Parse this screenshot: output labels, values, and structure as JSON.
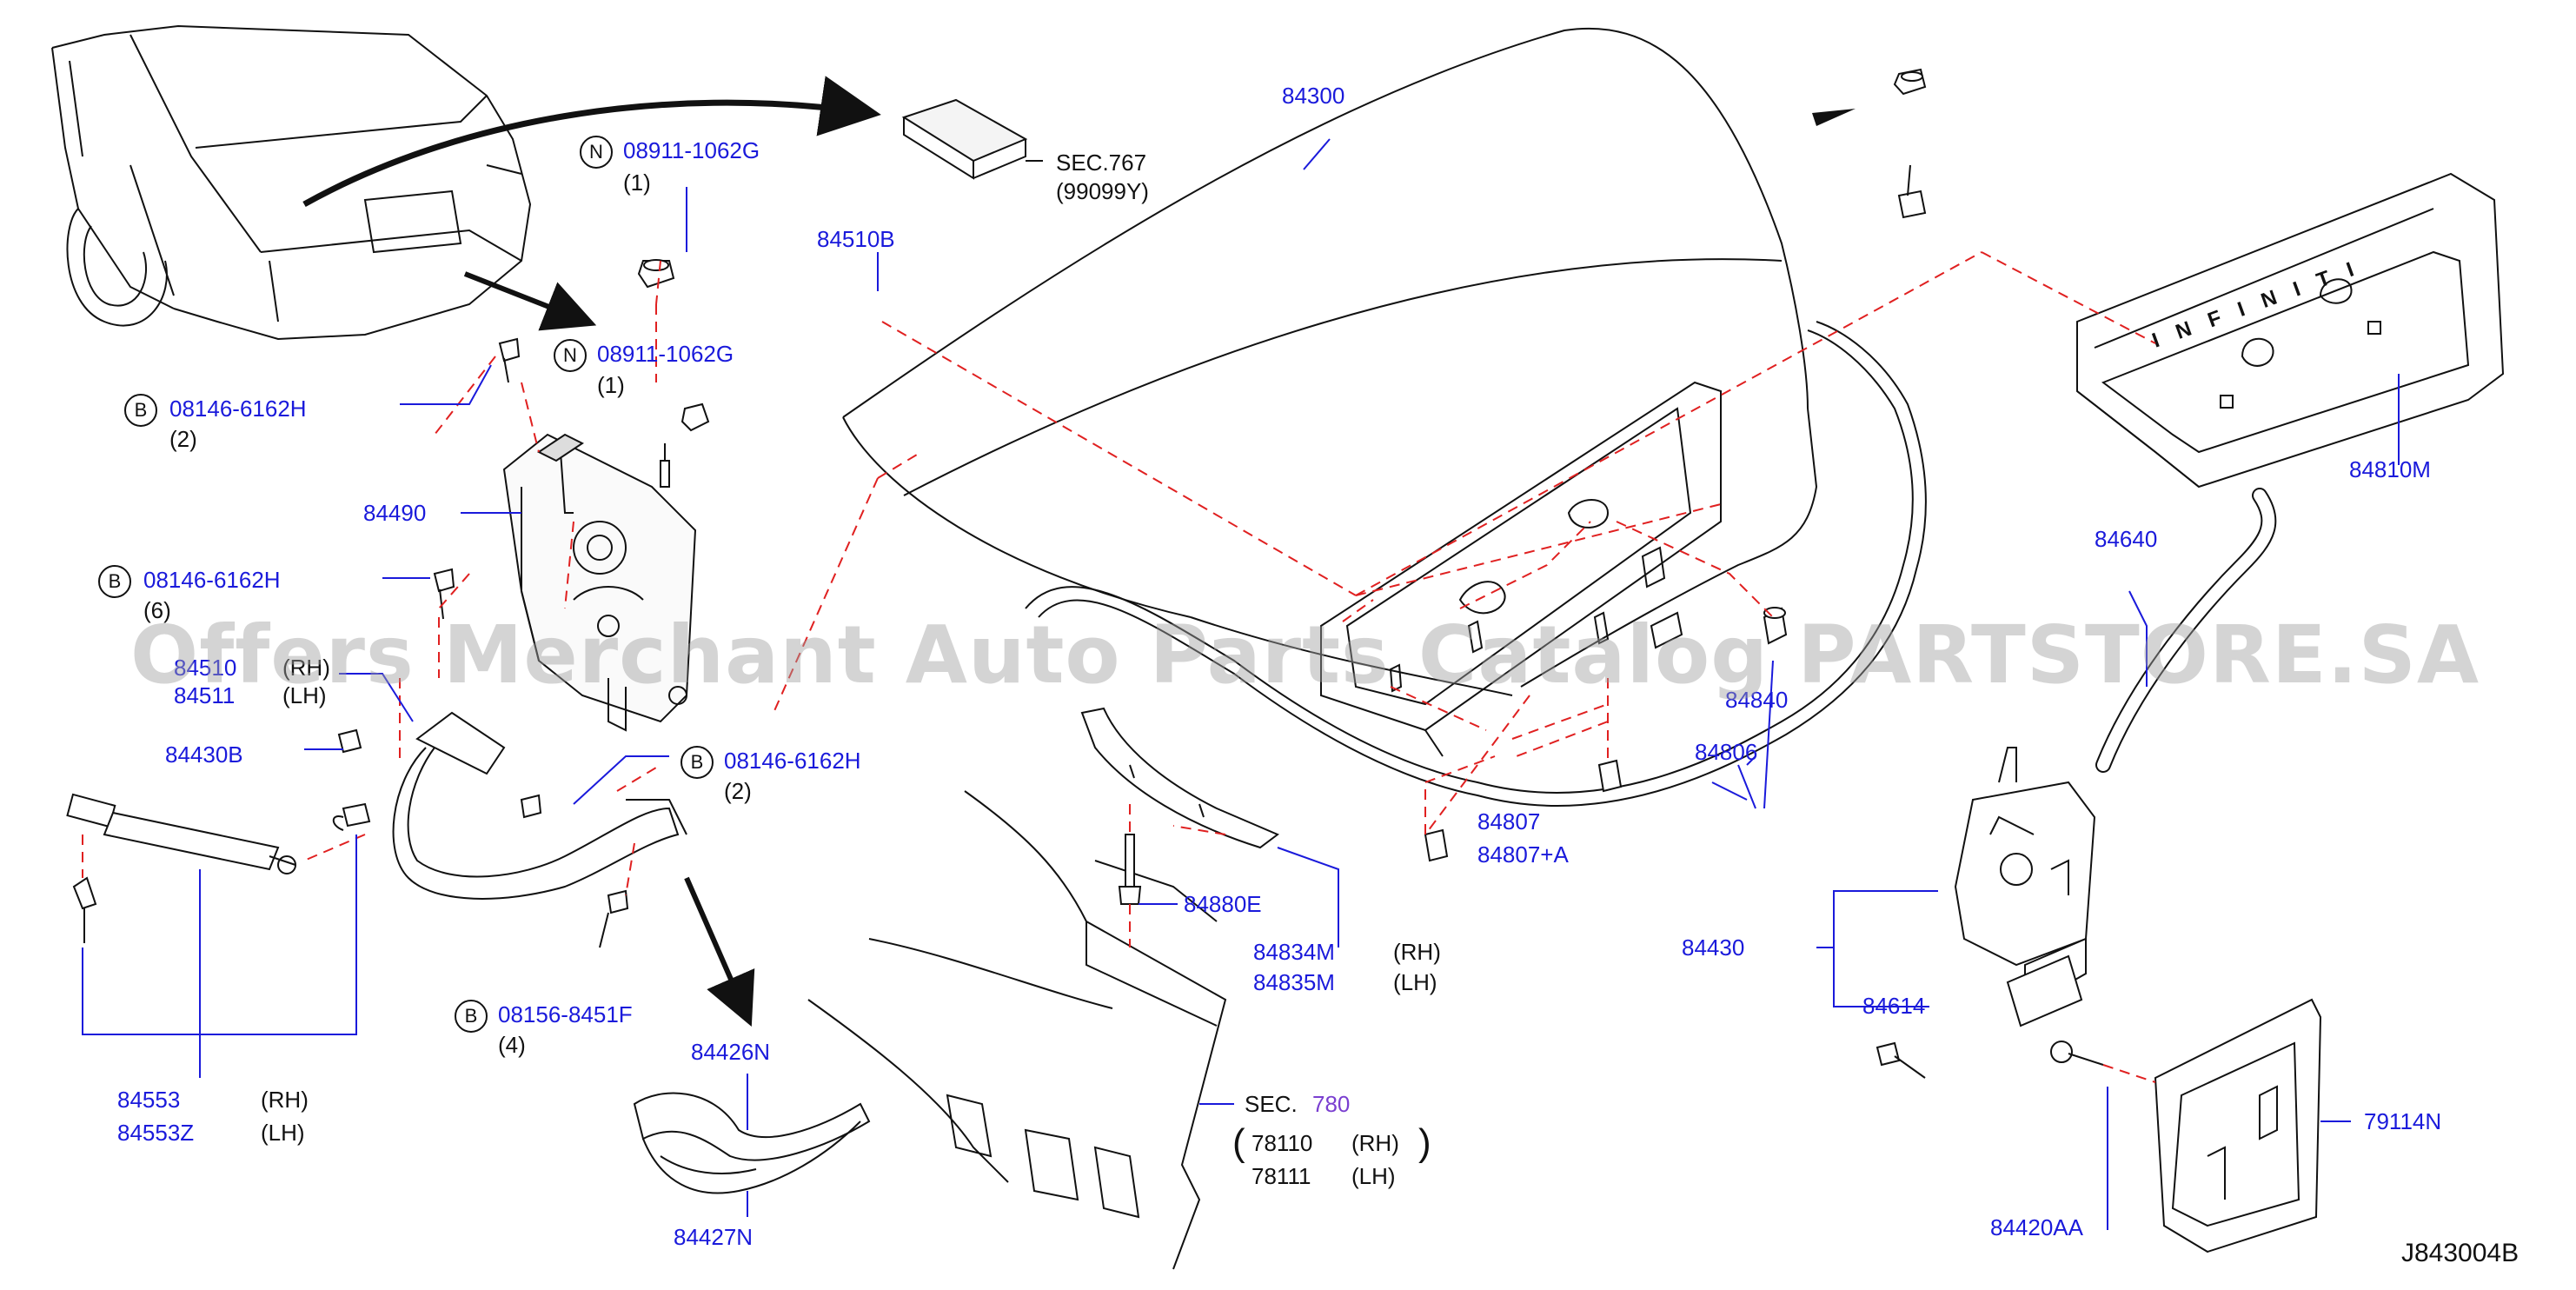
{
  "diagram": {
    "code": "J843004B",
    "watermark": "Offers Merchant Auto Parts Catalog PARTSTORE.SA",
    "brand_lettering": "INFINITI",
    "colors": {
      "label": "#1a1adb",
      "line": "#111111",
      "leader": "#1a1adb",
      "dash": "#e02020",
      "sec_number": "#7a3fd0"
    },
    "parts": {
      "p84300": "84300",
      "p84510B": "84510B",
      "p84490": "84490",
      "p84510": "84510",
      "p84511": "84511",
      "rh": "(RH)",
      "lh": "(LH)",
      "p84430B": "84430B",
      "p84553": "84553",
      "p84553Z": "84553Z",
      "p84426N": "84426N",
      "p84427N": "84427N",
      "p84880E": "84880E",
      "p84834M": "84834M",
      "p84835M": "84835M",
      "p84807": "84807",
      "p84807A": "84807+A",
      "p84840": "84840",
      "p84806": "84806",
      "p84810M": "84810M",
      "p84640": "84640",
      "p84430": "84430",
      "p84614": "84614",
      "p79114N": "79114N",
      "p84420AA": "84420AA",
      "p78110": "78110",
      "p78111": "78111"
    },
    "fasteners": {
      "n1": {
        "prefix": "N",
        "number": "08911-1062G",
        "qty": "(1)"
      },
      "n2": {
        "prefix": "N",
        "number": "08911-1062G",
        "qty": "(1)"
      },
      "b1": {
        "prefix": "B",
        "number": "08146-6162H",
        "qty": "(2)"
      },
      "b2": {
        "prefix": "B",
        "number": "08146-6162H",
        "qty": "(6)"
      },
      "b3": {
        "prefix": "B",
        "number": "08146-6162H",
        "qty": "(2)"
      },
      "b4": {
        "prefix": "B",
        "number": "08156-8451F",
        "qty": "(4)"
      }
    },
    "sections": {
      "s767": {
        "label": "SEC.767",
        "ref": "(99099Y)"
      },
      "s780": {
        "label": "SEC.",
        "number": "780"
      }
    }
  }
}
